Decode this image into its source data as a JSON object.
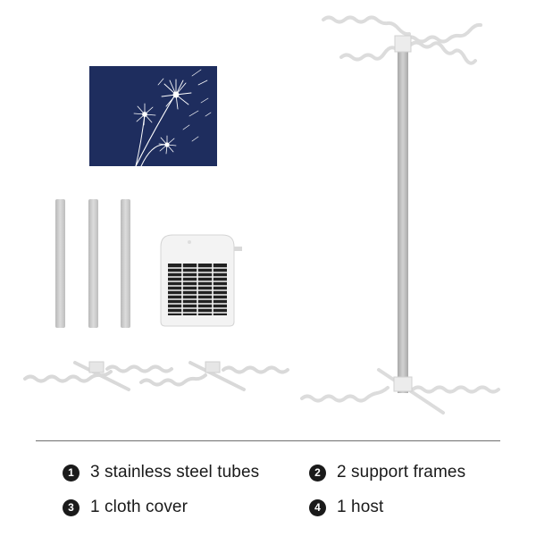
{
  "components": [
    {
      "number": "1",
      "text": "3 stainless steel tubes"
    },
    {
      "number": "2",
      "text": "2 support frames"
    },
    {
      "number": "3",
      "text": "1 cloth cover"
    },
    {
      "number": "4",
      "text": "1 host"
    }
  ],
  "colors": {
    "cover_fabric": "#1e2d5e",
    "tube": "#cfcfcf",
    "frame": "#e3e3e3",
    "badge": "#1a1a1a"
  },
  "icons": [
    "dandelion-pattern",
    "heater-grille"
  ]
}
